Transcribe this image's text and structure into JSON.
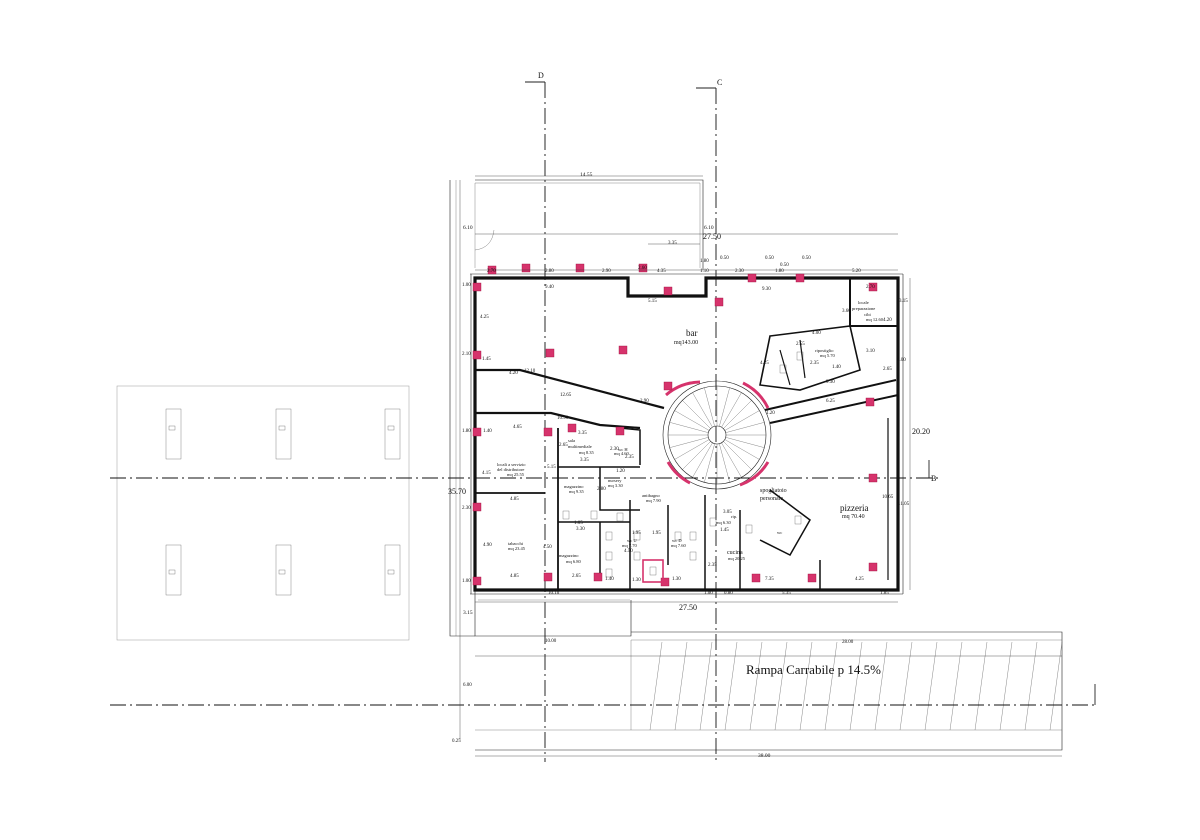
{
  "sections": {
    "d": "D",
    "c": "C",
    "b": "B"
  },
  "ramp": {
    "label": "Rampa Carrabile p 14.5%",
    "width": "28.00",
    "total_width": "38.00",
    "side": "6.00",
    "offset": "10.00",
    "small": "0.25"
  },
  "dims": {
    "overall_top": "27.50",
    "overall_bottom": "27.50",
    "overall_left": "35.70",
    "overall_right": "20.20",
    "terrace_width": "14.55",
    "terrace_depth": "6.10",
    "terrace_depth_b": "6.10",
    "bottom_strip": "3.15",
    "top_row": [
      "2.70",
      "2.80",
      "2.90",
      "2.60",
      "1.10",
      "2.30",
      "1.80",
      "5.20"
    ],
    "small_top": [
      "3.35",
      "1.80",
      "0.50",
      "0.50",
      "0.50",
      "0.50",
      "4.35"
    ],
    "wall_marks": [
      "9.40",
      "5.15",
      "9.30"
    ],
    "left_side": [
      "1.00",
      "4.25",
      "2.10",
      "1.45",
      "1.80",
      "1.40",
      "4.15",
      "2.30",
      "1.00",
      "4.90"
    ],
    "bar_interior": [
      "4.20",
      "12.10",
      "12.65",
      "2.90"
    ],
    "lower_left": [
      "10.90",
      "4.65",
      "3.35",
      "4.85",
      "4.85",
      "10.10",
      "2.65",
      "1.05",
      "3.30",
      "1.40",
      "1.30",
      "1.30",
      "1.00",
      "0.80",
      "7.35",
      "5.35",
      "4.25",
      "1.85",
      "4.50",
      "1.20"
    ],
    "right_block": [
      "2.70",
      "3.60",
      "4.20",
      "3.15",
      "6.00",
      "4.00",
      "2.55",
      "3.10",
      "2.65",
      "4.25",
      "2.35",
      "1.40",
      "9.30",
      "6.25",
      "10.65",
      "11.05",
      "1.20"
    ],
    "misc": [
      "2.30",
      "2.80",
      "2.35",
      "2.65",
      "3.35",
      "3.05",
      "2.35",
      "1.45",
      "1.95",
      "1.95",
      "4.50",
      "5.15"
    ]
  },
  "rooms": {
    "bar": {
      "name": "bar",
      "area": "mq143.00"
    },
    "pizzeria": {
      "name": "pizzeria",
      "area": "mq 70.40"
    },
    "sala": {
      "name1": "sala",
      "name2": "multimediale",
      "area": "mq 8.35"
    },
    "locali": {
      "name1": "locali a servizio",
      "name2": "del distributore",
      "area": "mq 25.55"
    },
    "tabacchi": {
      "name": "tabacchi",
      "area": "mq 23.45"
    },
    "magazzino1": {
      "name": "magazzino",
      "area": "mq 9.35"
    },
    "magazzino2": {
      "name": "magazzino",
      "area": "mq 6.80"
    },
    "nursery": {
      "name": "nursery",
      "area": "mq 3.30"
    },
    "wc_h": {
      "name": "wc H",
      "area": "mq 4.60"
    },
    "antibagno": {
      "name": "antibagno",
      "area": "mq 7.90"
    },
    "wc_u": {
      "name": "wc U",
      "area": "mq 7.70"
    },
    "wc_d": {
      "name": "wc D",
      "area": "mq 7.60"
    },
    "cucina": {
      "name": "cucina",
      "area": "mq 20.25"
    },
    "spogliatoio": {
      "name1": "spogliatoio",
      "name2": "personale"
    },
    "rip": {
      "name": "rip.",
      "area": "mq 6.30"
    },
    "ripostiglio": {
      "name": "ripostiglio",
      "area": "mq 5.70"
    },
    "locale_prep": {
      "name1": "locale",
      "name2": "preparazione",
      "name3": "cibi",
      "area": "mq 12.60"
    },
    "wc_small": {
      "name": "wc"
    }
  }
}
